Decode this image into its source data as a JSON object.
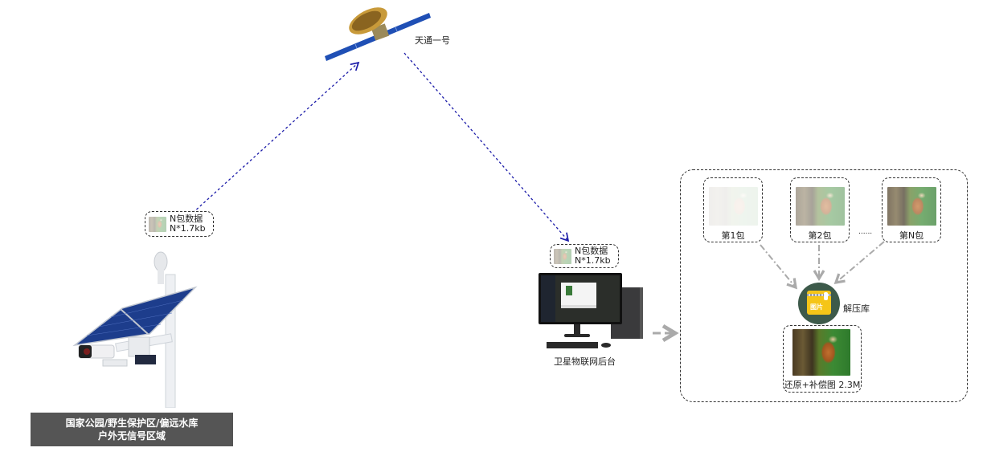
{
  "satellite": {
    "name": "天通一号",
    "icon": "satellite-icon"
  },
  "field_site": {
    "device_icon": "solar-camera-pole-icon",
    "banner_line1": "国家公园/野生保护区/偏远水库",
    "banner_line2": "户外无信号区域",
    "banner_bg": "#555555"
  },
  "uplink_packet": {
    "line1": "N包数据",
    "line2": "N*1.7kb"
  },
  "downlink_packet": {
    "line1": "N包数据",
    "line2": "N*1.7kb"
  },
  "backend": {
    "label": "卫星物联网后台",
    "icon": "desktop-computer-icon"
  },
  "packets": [
    {
      "label": "第1包",
      "opacity": 0.08
    },
    {
      "label": "第2包",
      "opacity": 0.45
    },
    {
      "label": "第N包",
      "opacity": 0.7
    }
  ],
  "ellipsis": "......",
  "decompress": {
    "label": "解压库",
    "badge_text": "图片",
    "circle_color": "#3d5a4a",
    "folder_color": "#f5c518"
  },
  "result": {
    "label": "还原+补偿图 2.3M"
  },
  "colors": {
    "link_line": "#1a1aa8",
    "arrow_gray": "#aaaaaa"
  }
}
